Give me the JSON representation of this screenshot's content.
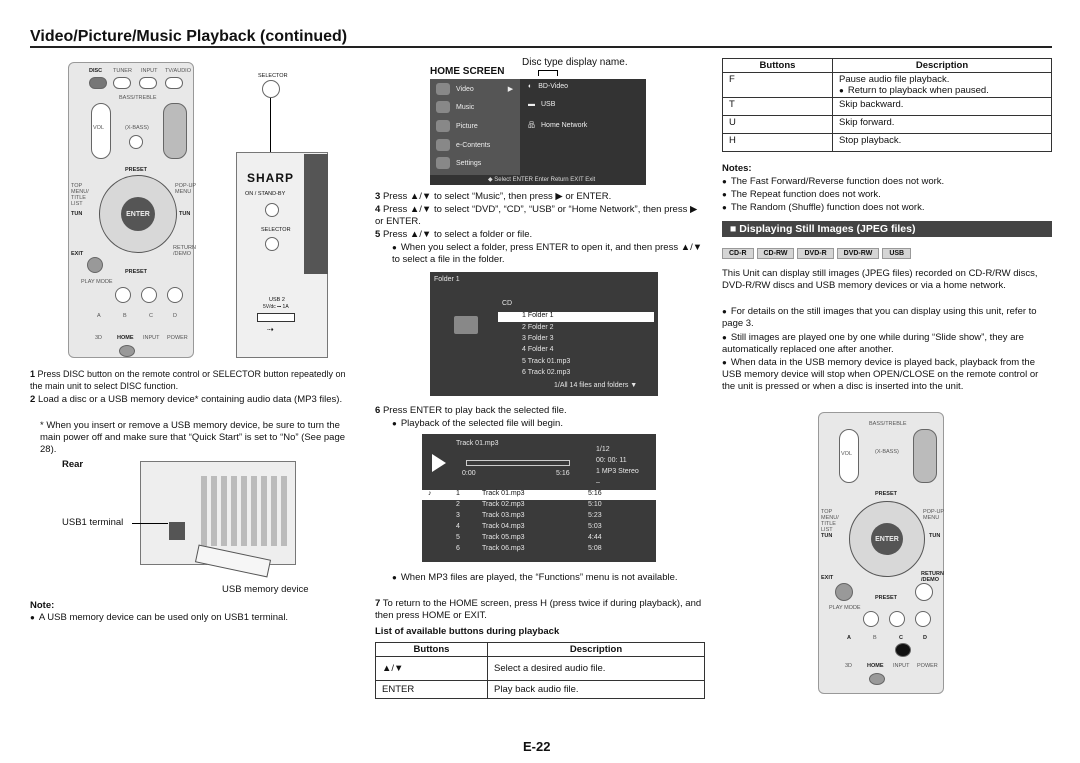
{
  "page": {
    "title": "Video/Picture/Music Playback (continued)",
    "number": "E-22"
  },
  "remote": {
    "disc": "DISC",
    "tuner": "TUNER",
    "input": "INPUT",
    "tvaudio": "TV/AUDIO",
    "bass_treble": "BASS/TREBLE",
    "vol": "VOL",
    "xbass": "(X-BASS)",
    "preset": "PRESET",
    "topmenu": "TOP MENU/ TITLE LIST",
    "popup": "POP-UP MENU",
    "tun": "TUN",
    "enter": "ENTER",
    "exit": "EXIT",
    "return": "RETURN /DEMO",
    "playmode": "PLAY MODE",
    "a": "A",
    "b": "B",
    "c": "C",
    "d": "D",
    "3d": "3D",
    "home": "HOME",
    "power": "POWER",
    "selector": "SELECTOR",
    "sharp": "SHARP",
    "onstandby": "ON / STAND-BY",
    "usb2": "USB 2",
    "usb2_rating": "5V/dc ⎓ 1A"
  },
  "left": {
    "step1_num": "1",
    "step1": "Press DISC button on the remote control or SELECTOR button repeatedly on the main unit to select DISC function.",
    "step2_num": "2",
    "step2": "Load a disc or a USB memory device* containing audio data (MP3 files).",
    "footnote": "*   When you insert or remove a USB memory device, be sure to turn the main power off and make sure that “Quick Start” is set to “No” (See page 28).",
    "rear": "Rear",
    "usb1_terminal": "USB1 terminal",
    "usb_memory": "USB memory device",
    "note_title": "Note:",
    "note": "A USB memory device can be used only on USB1 terminal."
  },
  "home_screen": {
    "caption": "Disc type display name.",
    "label": "HOME SCREEN",
    "items": [
      "Video",
      "Music",
      "Picture",
      "e-Contents",
      "Settings"
    ],
    "right_items": [
      "BD-Video",
      "USB",
      "Home Network"
    ],
    "footer": "◆ Select  ENTER Enter   Return  EXIT Exit"
  },
  "mid": {
    "step3_num": "3",
    "step3": "Press ▲/▼ to select “Music”, then press ▶ or ENTER.",
    "step4_num": "4",
    "step4": "Press ▲/▼ to select “DVD”, “CD”, “USB” or “Home Network”, then press ▶ or ENTER.",
    "step5_num": "5",
    "step5": "Press ▲/▼ to select a folder or file.",
    "step5_bullet": "When you select a folder, press ENTER to open it, and then press ▲/▼ to select a file in the folder.",
    "step6_num": "6",
    "step6": "Press ENTER to play back the selected file.",
    "step6_bullet": "Playback of the selected file will begin.",
    "mp3_bullet": "When MP3 files are played, the “Functions” menu is not available.",
    "step7_num": "7",
    "step7": "To return to the HOME screen, press H  (press twice if during playback), and then press HOME or EXIT.",
    "list_title": "List of available buttons during playback"
  },
  "folder_screen": {
    "folder": "Folder 1",
    "cd": "CD",
    "entries": [
      "1 Folder 1",
      "2 Folder 2",
      "3 Folder 3",
      "4 Folder 4",
      "5 Track 01.mp3",
      "6 Track 02.mp3"
    ],
    "summary": "1/All 14 files and folders ▼"
  },
  "track_screen": {
    "now": "Track 01.mp3",
    "count": "1/12",
    "time": "00: 00: 11",
    "start": "0:00",
    "end": "5:16",
    "audio": "1  MP3 Stereo",
    "repeat": "–",
    "tracks": [
      {
        "n": "1",
        "name": "Track 01.mp3",
        "len": "5:16"
      },
      {
        "n": "2",
        "name": "Track 02.mp3",
        "len": "5:10"
      },
      {
        "n": "3",
        "name": "Track 03.mp3",
        "len": "5:23"
      },
      {
        "n": "4",
        "name": "Track 04.mp3",
        "len": "5:03"
      },
      {
        "n": "5",
        "name": "Track 05.mp3",
        "len": "4:44"
      },
      {
        "n": "6",
        "name": "Track 06.mp3",
        "len": "5:08"
      }
    ]
  },
  "table1": {
    "h1": "Buttons",
    "h2": "Description",
    "rows": [
      {
        "b": "▲/▼",
        "d": "Select a desired audio file."
      },
      {
        "b": "ENTER",
        "d": "Play back audio file."
      }
    ]
  },
  "table2": {
    "h1": "Buttons",
    "h2": "Description",
    "rows": [
      {
        "b": "F",
        "d": "Pause audio file playback.",
        "d2": "Return to playback when paused."
      },
      {
        "b": "T",
        "d": "Skip backward."
      },
      {
        "b": "U",
        "d": "Skip forward."
      },
      {
        "b": "H",
        "d": "Stop playback."
      }
    ]
  },
  "right": {
    "notes_title": "Notes:",
    "notes": [
      "The Fast Forward/Reverse function does not work.",
      "The Repeat function does not work.",
      "The Random (Shuffle) function does not work."
    ],
    "section": "Displaying Still Images (JPEG files)",
    "chips": [
      "CD-R",
      "CD-RW",
      "DVD-R",
      "DVD-RW",
      "USB"
    ],
    "intro": "This Unit can display still images (JPEG files) recorded on CD-R/RW discs, DVD-R/RW discs and USB memory devices or via a home network.",
    "bullets": [
      "For details on the still images that you can display using this unit, refer to page 3.",
      "Still images are played one by one while during “Slide show”, they are automatically replaced one after another.",
      "When data in the USB memory device is played back, playback from the USB memory device will stop when OPEN/CLOSE on the remote control or the unit is pressed or when a disc is inserted into the unit."
    ]
  }
}
